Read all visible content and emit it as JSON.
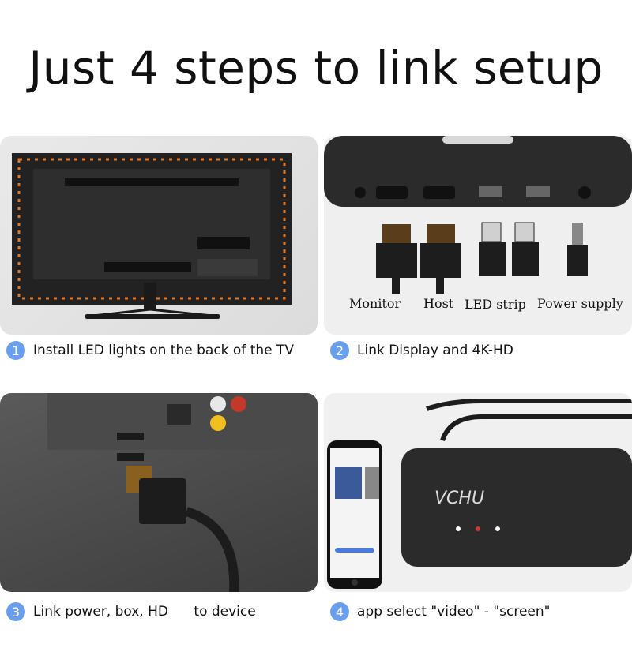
{
  "title": "Just 4 steps to link setup",
  "steps": [
    {
      "number": "1",
      "text": "Install LED lights on the back of the TV"
    },
    {
      "number": "2",
      "text": "Link Display and 4K-HD"
    },
    {
      "number": "3",
      "text": "Link power, box, HD      to device"
    },
    {
      "number": "4",
      "text": "app select \"video\" - \"screen\""
    }
  ],
  "cable_labels": [
    "Monitor",
    "Host",
    "LED strip",
    "Power supply"
  ],
  "box_brand": "VCHU",
  "colors": {
    "step_badge": "#6a9ff0",
    "box": "#2b2b2b",
    "led": "#e07a2a"
  }
}
